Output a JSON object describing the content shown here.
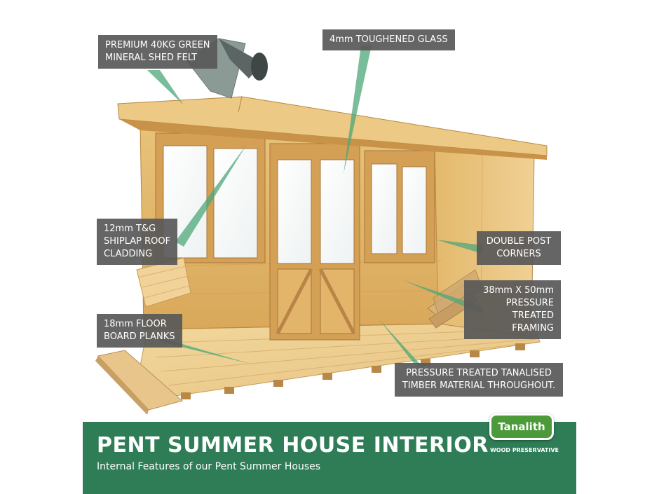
{
  "callouts": {
    "felt": "PREMIUM 40KG GREEN\nMINERAL SHED FELT",
    "glass": "4mm TOUGHENED GLASS",
    "roof": "12mm T&G\nSHIPLAP ROOF\nCLADDING",
    "corners": "DOUBLE POST\nCORNERS",
    "framing": "38mm X 50mm\nPRESSURE\nTREATED FRAMING",
    "floor": "18mm FLOOR\nBOARD PLANKS",
    "timber": "PRESSURE TREATED TANALISED\nTIMBER MATERIAL THROUGHOUT."
  },
  "banner": {
    "title": "PENT SUMMER HOUSE INTERIOR",
    "subtitle": "Internal Features of our Pent Summer Houses"
  },
  "brand": {
    "name": "Tanalith",
    "tagline": "WOOD PRESERVATIVE",
    "color": "#2e7d57"
  }
}
